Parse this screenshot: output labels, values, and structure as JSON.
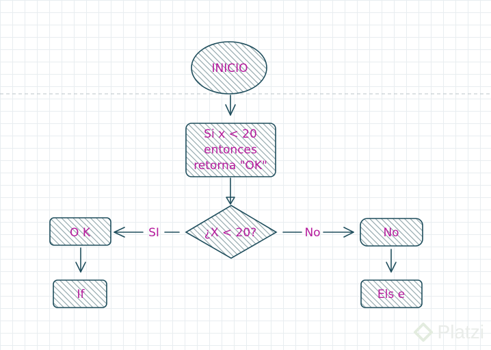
{
  "diagram": {
    "nodes": {
      "start": "INICIO",
      "process": [
        "Si x < 20",
        "entonces",
        "retorna \"OK\""
      ],
      "decision": "¿X < 20?",
      "ok_box": "O K",
      "if_box": "If",
      "no_box": "No",
      "else_box": "Els  e"
    },
    "edges": {
      "yes_label": "SI",
      "no_label": "No"
    }
  },
  "watermark": {
    "text": "Platzi"
  },
  "colors": {
    "text": "#b51a9c",
    "stroke": "#1e4d5c",
    "hatch": "#8da3a8",
    "grid": "#e8edf0"
  }
}
